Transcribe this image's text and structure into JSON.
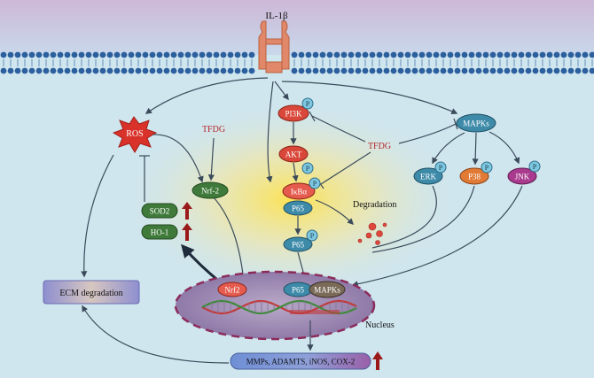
{
  "receptor": {
    "ligand": "IL-1β"
  },
  "nodes": {
    "ros": "ROS",
    "tfdg_left": "TFDG",
    "tfdg_center": "TFDG",
    "nrf2_cyto": "Nrf-2",
    "sod2": "SOD2",
    "ho1": "HO-1",
    "pi3k": "PI3K",
    "akt": "AKT",
    "ikba": "IκBα",
    "p65_bound": "P65",
    "p65_free": "P65",
    "degradation": "Degradation",
    "mapks": "MAPKs",
    "erk": "ERK",
    "p38": "P38",
    "jnk": "JNK",
    "ecm": "ECM degradation",
    "nrf2_nuc": "Nrf2",
    "p65_nuc": "P65",
    "mapks_nuc": "MAPKs",
    "nucleus": "Nucleus",
    "genes": "MMPs, ADAMTS, iNOS, COX-2"
  },
  "phospho_label": "P",
  "colors": {
    "membrane_head": "#2c5f9e",
    "receptor": "#e2886a",
    "ros": "#d8322a",
    "tfdg": "#b5272d",
    "green_node": "#3f7a3a",
    "blue_node": "#3d8aa9",
    "red_node": "#d9473a",
    "arrow": "#3a4a5a",
    "up_arrow": "#9a1a1a",
    "nucleus_border": "#8b2b5a"
  }
}
